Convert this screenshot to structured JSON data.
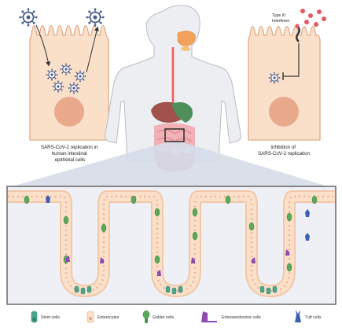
{
  "left_panel": {
    "caption_lines": [
      "SARS-CoV-2 replication in",
      "human intestinal",
      "epithelial cells"
    ]
  },
  "right_panel": {
    "ifn_label_lines": [
      "Type III",
      "Interferon"
    ],
    "caption_lines": [
      "Inhibition of",
      "SARS-CoV-2 replication"
    ]
  },
  "legend": {
    "items": [
      {
        "label": "Stem cells",
        "icon": "stem-cell-icon"
      },
      {
        "label": "Enterocytes",
        "icon": "enterocyte-icon"
      },
      {
        "label": "Goblet cells",
        "icon": "goblet-cell-icon"
      },
      {
        "label": "Enteroendocrine cells",
        "icon": "enteroendocrine-cell-icon"
      },
      {
        "label": "Tuft cells",
        "icon": "tuft-cell-icon"
      }
    ]
  },
  "colors": {
    "enterocyte_fill": "#fbe0c9",
    "enterocyte_stroke": "#e2a886",
    "nucleus": "#e8a98c",
    "virus": "#4a5d8c",
    "ifn": "#e05a64",
    "stem": "#4aa68c",
    "goblet": "#5aa85a",
    "enteroendocrine": "#8e4ab0",
    "tuft": "#3c5fb0",
    "frame": "#444444",
    "zoom_band": "#d6dbe8"
  }
}
